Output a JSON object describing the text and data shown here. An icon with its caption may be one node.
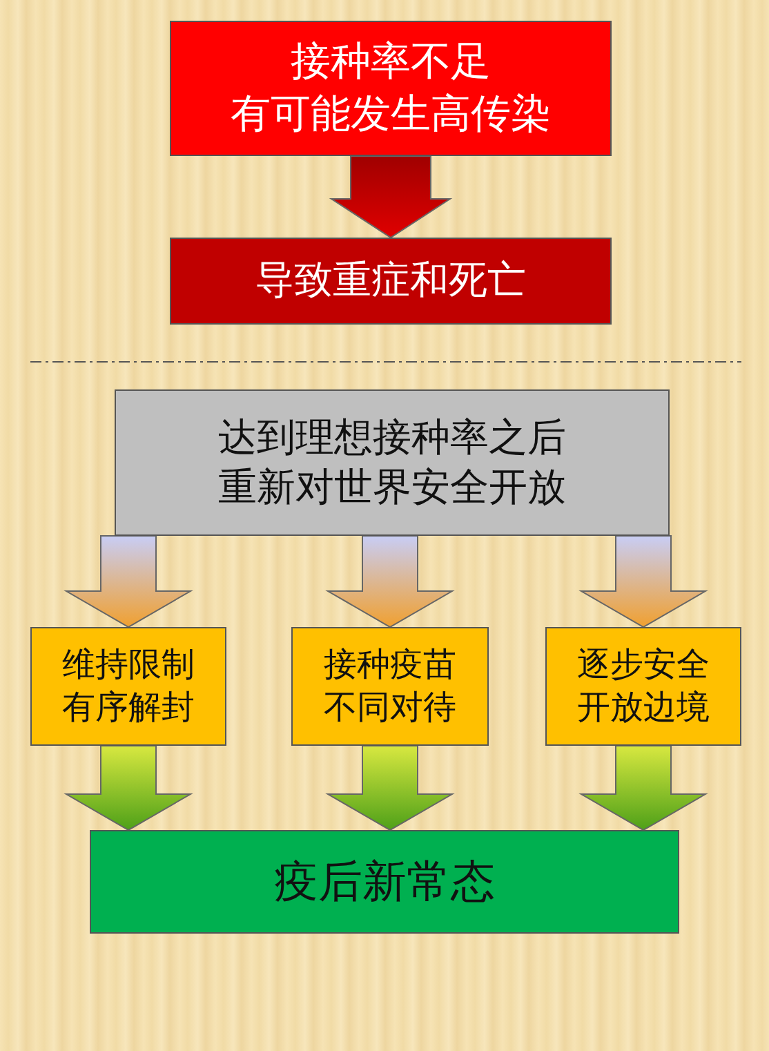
{
  "diagram": {
    "nodes": [
      {
        "text": [
          "接种率不足有可能发生高传染"
        ]
      },
      {
        "text": [
          "导致重症和死亡"
        ]
      },
      {
        "text": [
          "达到理想接种率之后重新对世界安全开放"
        ]
      },
      {
        "text": [
          "维持限制有序解封"
        ]
      },
      {
        "text": [
          "接种疫苗不同对待"
        ]
      },
      {
        "text": [
          "逐步安全开放边境"
        ]
      },
      {
        "text": [
          "疫后新常态"
        ]
      }
    ],
    "edges": [
      {
        "from": 0,
        "to": 1,
        "arrow": "to",
        "color": "#e00000"
      },
      {
        "from": 2,
        "to": 3,
        "arrow": "to"
      },
      {
        "from": 2,
        "to": 4,
        "arrow": "to"
      },
      {
        "from": 2,
        "to": 5,
        "arrow": "to"
      },
      {
        "from": 3,
        "to": 6,
        "arrow": "to",
        "color": "#4ea018"
      },
      {
        "from": 4,
        "to": 6,
        "arrow": "to",
        "color": "#4ea018"
      },
      {
        "from": 5,
        "to": 6,
        "arrow": "to",
        "color": "#4ea018"
      }
    ]
  }
}
